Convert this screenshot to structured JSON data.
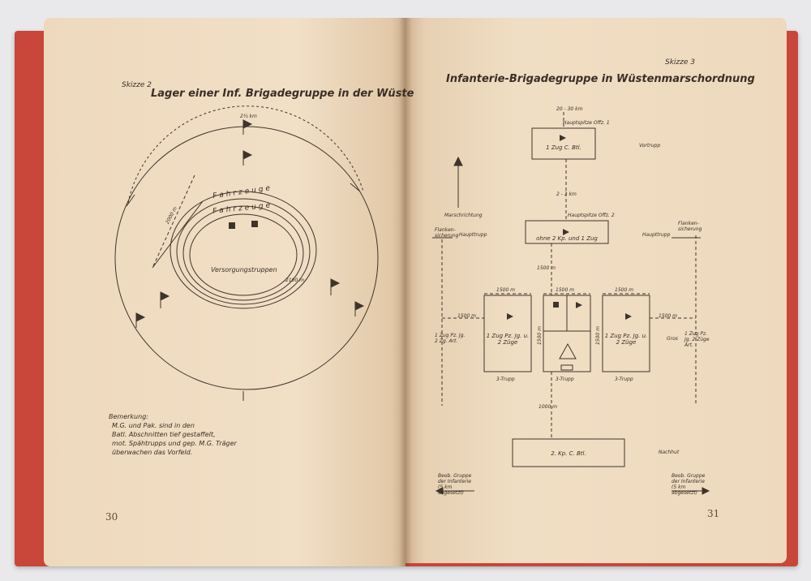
{
  "left_page": {
    "skizze": "Skizze 2",
    "title": "Lager einer Inf. Brigadegruppe in der Wüste",
    "labels": {
      "top_distance": "2½ km",
      "fahrzeuge_outer": "Fahrzeuge",
      "fahrzeuge_inner": "Fahrzeuge",
      "center": "Versorgungstruppen",
      "ring_distance": "2100 m",
      "left_distance": "2000 m"
    },
    "note": {
      "heading": "Bemerkung:",
      "lines": [
        "M.G. und Pak. sind in den",
        "Batl. Abschnitten tief gestaffelt,",
        "mot. Spähtrupps und gep. M.G. Träger",
        "überwachen das Vorfeld."
      ]
    },
    "page_number": "30"
  },
  "right_page": {
    "skizze": "Skizze 3",
    "title": "Infanterie-Brigadegruppe in Wüstenmarschordnung",
    "labels": {
      "dist_top": "20 - 30 km",
      "haupt1": "Hauptspitze Offz. 1",
      "box_top": "1 Zug C. Btl.",
      "vortrupp": "Vortrupp",
      "dist_mid": "2 - 3 km",
      "marsch": "Marschrichtung",
      "haupt2": "Hauptspitze Offz. 2",
      "flanke_l": "Flanken-sicherung",
      "haupttrupp_l": "Haupttrupp",
      "box_mid": "ohne 2 Kp. und 1 Zug",
      "haupttrupp_r": "Haupttrupp",
      "flanke_r": "Flanken-sicherung",
      "dist_1500": "1500 m",
      "w1": "1500 m",
      "w2": "1500 m",
      "w3": "1500 m",
      "box_l": "1 Zug Pz. Jg. u. 2 Züge",
      "box_r": "1 Zug Pz. Jg. u. 2 Züge",
      "d_l": "1500 m",
      "d_r": "1500 m",
      "left_side": "1 Zug Pz. Jg. 2 Zg. Art.",
      "right_side": "1 Zug Pz. Jg. 2 Züge Art.",
      "gros": "Gros",
      "trupp_l": "3-Trupp",
      "trupp_c": "3-Trupp",
      "trupp_r": "3-Trupp",
      "v_1500a": "1500 m",
      "v_1500b": "1500 m",
      "dist_bottom": "1000 m",
      "box_bottom": "2. Kp. C. Btl.",
      "nachhut": "Nachhut",
      "beob_l": "Beob. Gruppe der Infanterie (5 km abgesetzt)",
      "beob_r": "Beob. Gruppe der Infanterie (5 km abgesetzt)"
    },
    "page_number": "31"
  }
}
